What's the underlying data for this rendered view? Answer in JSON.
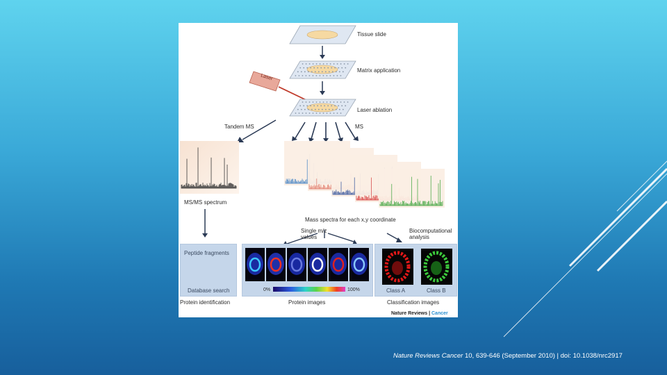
{
  "figure": {
    "steps": {
      "tissue_slide": "Tissue slide",
      "matrix_application": "Matrix application",
      "laser": "Laser",
      "laser_ablation": "Laser ablation",
      "tandem_ms": "Tandem MS",
      "ms": "MS",
      "msms_spectrum": "MS/MS spectrum",
      "mass_spectra": "Mass spectra for each x,y coordinate",
      "single_mz": "Single m/z",
      "single_mz_2": "values",
      "biocomputational": "Biocomputational",
      "biocomputational_2": "analysis"
    },
    "left_panel": {
      "peptide_fragments": "Peptide fragments",
      "database_search": "Database search",
      "protein_identification": "Protein identification"
    },
    "middle_panel": {
      "scale_min": "0%",
      "scale_max": "100%",
      "caption": "Protein images"
    },
    "right_panel": {
      "class_a": "Class A",
      "class_b": "Class B",
      "caption": "Classification images"
    },
    "brand": {
      "journal": "Nature Reviews",
      "separator": " | ",
      "section": "Cancer"
    },
    "spectra_colors": [
      "#3c7fc4",
      "#e07a6a",
      "#2d4f9a",
      "#d63c3c",
      "#3aa33a"
    ]
  },
  "citation": {
    "journal": "Nature Reviews Cancer",
    "rest": " 10, 639-646 (September 2010) | doi: 10.1038/nrc2917"
  }
}
